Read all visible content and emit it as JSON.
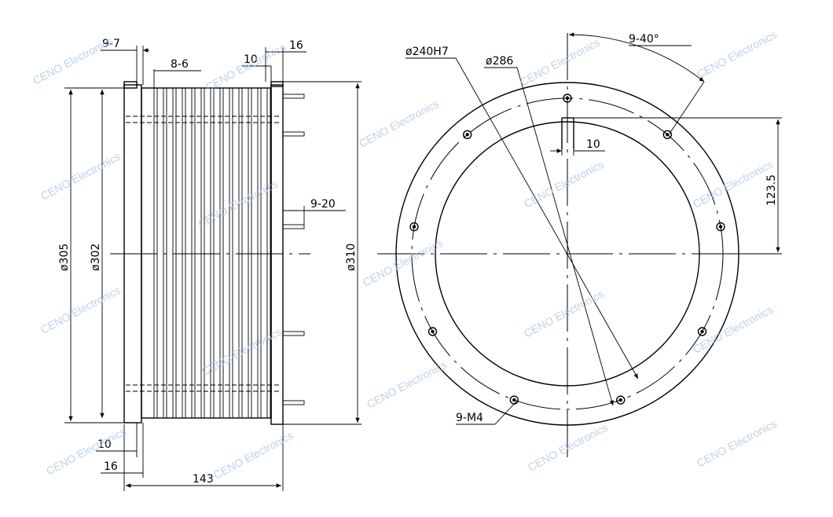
{
  "watermark": "CENO Electronics",
  "side_view": {
    "dims": {
      "d_flange": "9-7",
      "d_slot": "8-6",
      "d_ten": "10",
      "d_sixteen": "16",
      "d_pin": "9-20",
      "d_305": "ø305",
      "d_302": "ø302",
      "d_310": "ø310",
      "d_bottom10": "10",
      "d_bottom16": "16",
      "d_length": "143"
    }
  },
  "front_view": {
    "dims": {
      "d_bore": "ø240H7",
      "d_pcd": "ø286",
      "d_angle": "9-40°",
      "d_key": "10",
      "d_height": "123.5",
      "d_holes": "9-M4"
    }
  }
}
